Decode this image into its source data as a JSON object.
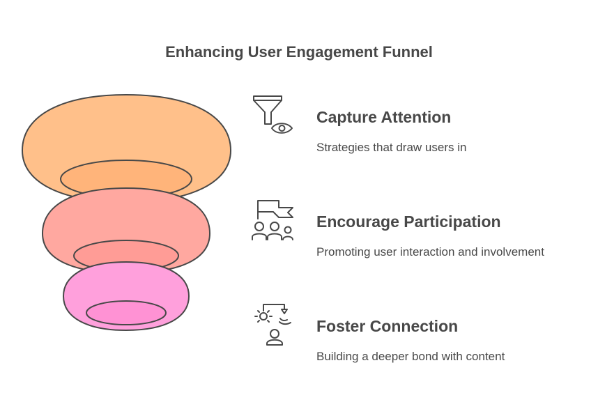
{
  "title": "Enhancing User Engagement Funnel",
  "steps": [
    {
      "title": "Capture Attention",
      "description": "Strategies that draw users in",
      "icon": "funnel-eye-icon",
      "color": "#FFC08A"
    },
    {
      "title": "Encourage Participation",
      "description": "Promoting user interaction and involvement",
      "icon": "group-flag-icon",
      "color": "#FFA8A0"
    },
    {
      "title": "Foster Connection",
      "description": "Building a deeper bond with content",
      "icon": "person-connection-icon",
      "color": "#FFA0DC"
    }
  ],
  "stroke_color": "#484848"
}
